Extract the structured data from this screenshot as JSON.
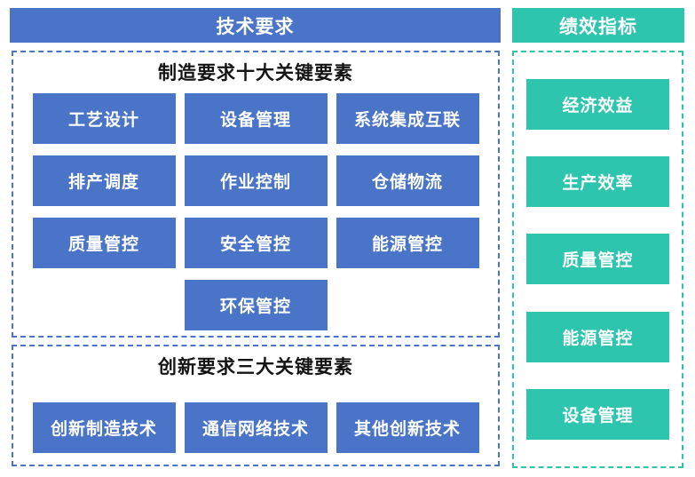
{
  "colors": {
    "blue": "#4A74C8",
    "teal": "#2EC5AF",
    "box_text": "#FFFFFF",
    "title_text": "#141414",
    "background": "#FFFFFF"
  },
  "left_panel": {
    "header": "技术要求",
    "sections": [
      {
        "title": "制造要求十大关键要素",
        "rows": [
          [
            "工艺设计",
            "设备管理",
            "系统集成互联"
          ],
          [
            "排产调度",
            "作业控制",
            "仓储物流"
          ],
          [
            "质量管控",
            "安全管控",
            "能源管控"
          ],
          [
            "环保管控"
          ]
        ]
      },
      {
        "title": "创新要求三大关键要素",
        "rows": [
          [
            "创新制造技术",
            "通信网络技术",
            "其他创新技术"
          ]
        ]
      }
    ]
  },
  "right_panel": {
    "header": "绩效指标",
    "items": [
      "经济效益",
      "生产效率",
      "质量管控",
      "能源管控",
      "设备管理"
    ]
  }
}
